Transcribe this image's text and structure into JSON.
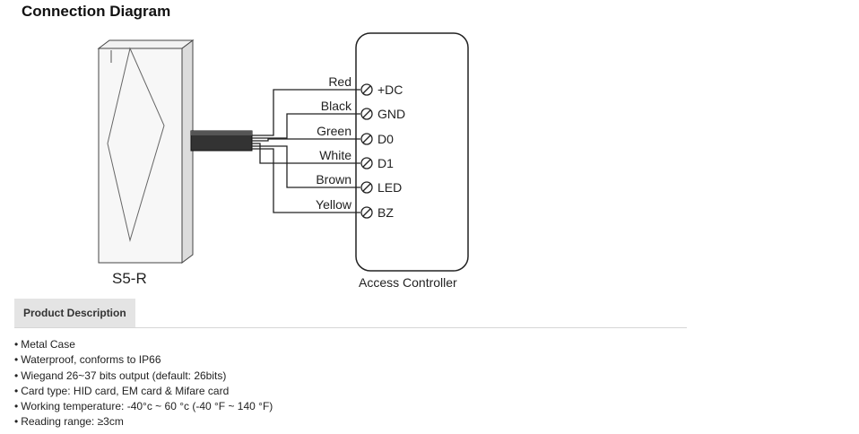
{
  "header": {
    "title": "Connection Diagram"
  },
  "diagram": {
    "reader_label": "S5-R",
    "controller_label": "Access Controller",
    "wires": [
      {
        "color_name": "Red",
        "terminal": "+DC"
      },
      {
        "color_name": "Black",
        "terminal": "GND"
      },
      {
        "color_name": "Green",
        "terminal": "D0"
      },
      {
        "color_name": "White",
        "terminal": "D1"
      },
      {
        "color_name": "Brown",
        "terminal": "LED"
      },
      {
        "color_name": "Yellow",
        "terminal": "BZ"
      }
    ]
  },
  "tabs": [
    {
      "label": "Product Description"
    }
  ],
  "features": [
    "Metal Case",
    "Waterproof, conforms to IP66",
    "Wiegand 26~37 bits output (default: 26bits)",
    "Card type: HID card, EM card & Mifare card",
    "Working temperature:  -40°c ~ 60 °c  (-40 °F ~ 140 °F)",
    "Reading range: ≥3cm"
  ]
}
